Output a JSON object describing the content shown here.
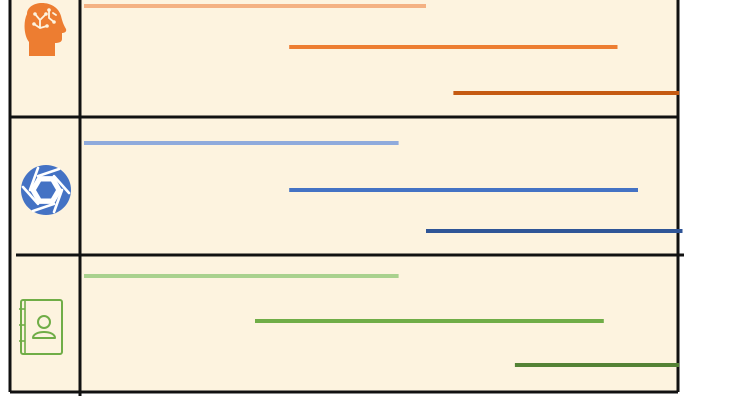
{
  "rows": [
    {
      "icon": "brain-head-icon",
      "bars": [
        {
          "color": "#f4b183",
          "start": 0.0,
          "end": 0.5
        },
        {
          "color": "#ed7d31",
          "start": 0.3,
          "end": 0.78
        },
        {
          "color": "#c55a11",
          "start": 0.54,
          "end": 0.87
        }
      ]
    },
    {
      "icon": "camera-aperture-icon",
      "bars": [
        {
          "color": "#8faadc",
          "start": 0.0,
          "end": 0.46
        },
        {
          "color": "#4472c4",
          "start": 0.3,
          "end": 0.81
        },
        {
          "color": "#2f5597",
          "start": 0.5,
          "end": 0.875
        }
      ]
    },
    {
      "icon": "contact-book-icon",
      "bars": [
        {
          "color": "#a9d18e",
          "start": 0.0,
          "end": 0.46
        },
        {
          "color": "#70ad47",
          "start": 0.25,
          "end": 0.76
        },
        {
          "color": "#548235",
          "start": 0.63,
          "end": 0.87
        }
      ]
    }
  ]
}
